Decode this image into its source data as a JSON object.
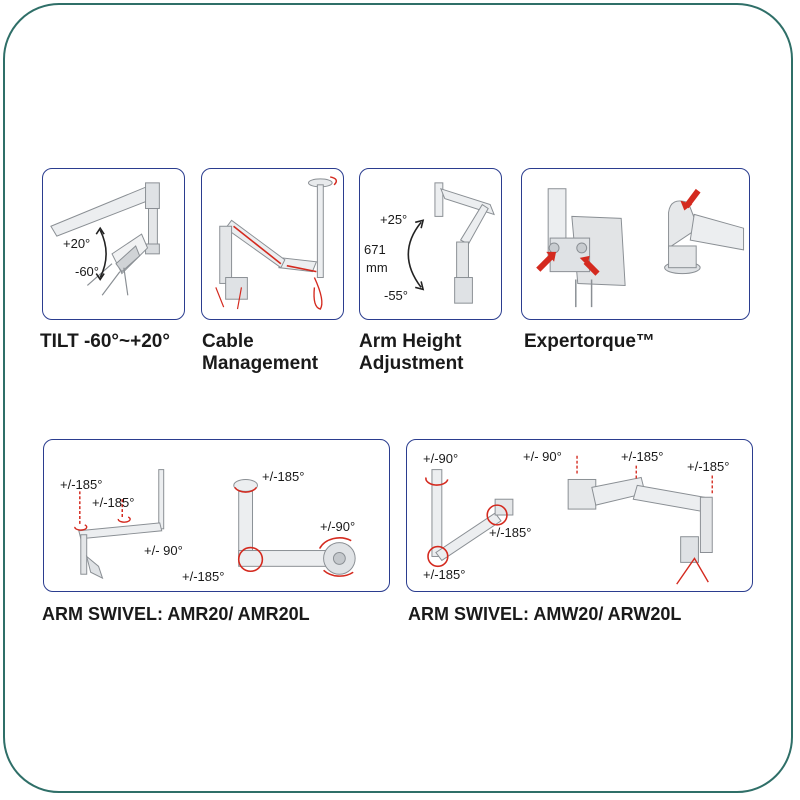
{
  "features": [
    {
      "caption_line1": "TILT -60°~+20°",
      "caption_line2": "",
      "labels": {
        "up": "+20°",
        "down": "-60°"
      }
    },
    {
      "caption_line1": "Cable",
      "caption_line2": "Management"
    },
    {
      "caption_line1": "Arm Height",
      "caption_line2": "Adjustment",
      "labels": {
        "up": "+25°",
        "size1": "671",
        "size2": "mm",
        "down": "-55°"
      }
    },
    {
      "caption_line1": "Expertorque™",
      "caption_line2": ""
    }
  ],
  "swivels": [
    {
      "caption": "ARM SWIVEL: AMR20/ AMR20L",
      "labels": {
        "a": "+/-185°",
        "b": "+/-185°",
        "c": "+/- 90°",
        "d": "+/-185°",
        "e": "+/-90°",
        "f": "+/-185°"
      }
    },
    {
      "caption": "ARM SWIVEL: AMW20/ ARW20L",
      "labels": {
        "a": "+/-90°",
        "b": "+/-185°",
        "c": "+/-185°",
        "d": "+/- 90°",
        "e": "+/-185°",
        "f": "+/-185°"
      }
    }
  ],
  "colors": {
    "frame": "#2f6f68",
    "panel_border": "#2b3d8f",
    "accent_red": "#d42a1f",
    "arm_grey": "#e6e8ea"
  }
}
